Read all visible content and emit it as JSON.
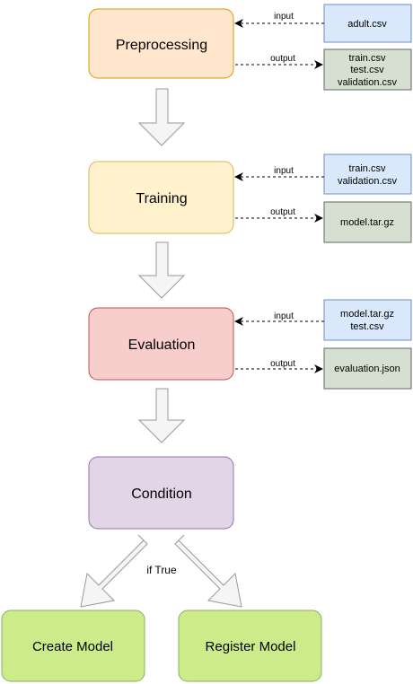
{
  "stages": [
    {
      "label": "Preprocessing",
      "fill": "#ffe6cc",
      "stroke": "#d79b00"
    },
    {
      "label": "Training",
      "fill": "#fff2cc",
      "stroke": "#d6b656"
    },
    {
      "label": "Evaluation",
      "fill": "#f8cecc",
      "stroke": "#b85450"
    },
    {
      "label": "Condition",
      "fill": "#e1d5e7",
      "stroke": "#9673a6"
    }
  ],
  "outcomes": [
    {
      "label": "Create Model",
      "fill": "#cdeb8b",
      "stroke": "#82b366"
    },
    {
      "label": "Register Model",
      "fill": "#cdeb8b",
      "stroke": "#82b366"
    }
  ],
  "files": {
    "pre_input": [
      "adult.csv"
    ],
    "pre_output": [
      "train.csv",
      "test.csv",
      "validation.csv"
    ],
    "train_input": [
      "train.csv",
      "validation.csv"
    ],
    "train_output": [
      "model.tar.gz"
    ],
    "eval_input": [
      "model.tar.gz",
      "test.csv"
    ],
    "eval_output": [
      "evaluation.json"
    ]
  },
  "edge_labels": {
    "input": "input",
    "output": "output",
    "branch": "if True"
  },
  "colors": {
    "input_fill": "#dae8fc",
    "input_stroke": "#6c8ebf",
    "output_fill": "#d5e0d0",
    "output_stroke": "#666666",
    "arrow_fill": "#f5f5f5",
    "arrow_stroke": "#999999"
  }
}
